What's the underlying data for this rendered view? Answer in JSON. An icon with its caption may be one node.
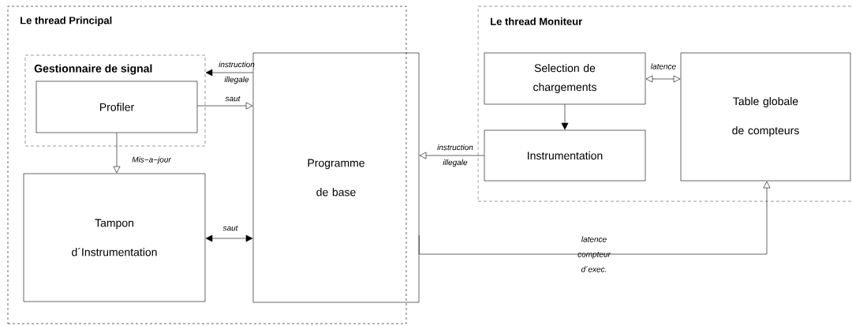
{
  "diagram": {
    "nodes": [
      {
        "text": [
          "Le thread Principal"
        ]
      },
      {
        "text": [
          "Gestionnaire de signal"
        ],
        "in": 0
      },
      {
        "text": [
          "Profiler"
        ],
        "in": 1
      },
      {
        "text": [
          "Tampon d´Instrumentation"
        ],
        "in": 0
      },
      {
        "text": [
          "Programme de base"
        ],
        "in": 0
      },
      {
        "text": [
          "Le thread Moniteur"
        ]
      },
      {
        "text": [
          "Selection de chargements"
        ],
        "in": 5
      },
      {
        "text": [
          "Instrumentation"
        ],
        "in": 5
      },
      {
        "text": [
          "Table globale de compteurs"
        ],
        "in": 5
      }
    ],
    "edges": [
      {
        "from": 4,
        "to": 1,
        "arrow": "to",
        "label": "instruction illegale"
      },
      {
        "from": 2,
        "to": 4,
        "arrow": "to",
        "label": "saut"
      },
      {
        "from": 2,
        "to": 3,
        "arrow": "to",
        "label": "Mis−a−jour"
      },
      {
        "from": 3,
        "to": 4,
        "arrow": "both",
        "label": "saut"
      },
      {
        "from": 7,
        "to": 4,
        "arrow": "to",
        "label": "instruction illegale"
      },
      {
        "from": 6,
        "to": 8,
        "arrow": "both",
        "label": "latence"
      },
      {
        "from": 6,
        "to": 7,
        "arrow": "to"
      },
      {
        "from": 4,
        "to": 8,
        "arrow": "to",
        "label": "latence compteur d´exec."
      }
    ]
  }
}
